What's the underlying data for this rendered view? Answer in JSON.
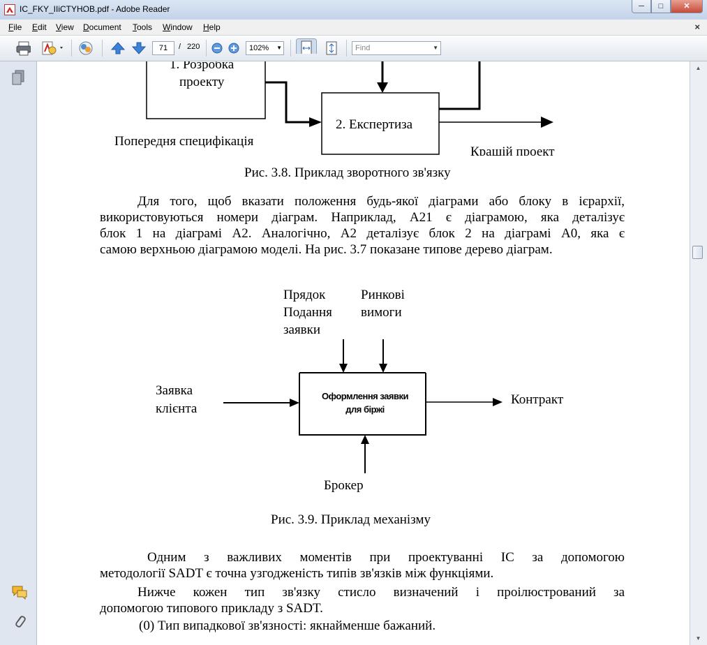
{
  "window": {
    "title": "IC_FKY_IIiCTYHOB.pdf - Adobe Reader",
    "controls": {
      "minimize": "─",
      "maximize": "□",
      "close": "✕"
    }
  },
  "menu": {
    "items": [
      "File",
      "Edit",
      "View",
      "Document",
      "Tools",
      "Window",
      "Help"
    ],
    "close_doc": "×"
  },
  "toolbar": {
    "page_current": "71",
    "page_separator": "/",
    "page_total": "220",
    "zoom": "102%",
    "find_placeholder": "Find"
  },
  "document": {
    "fig38": {
      "box1_line1": "1. Розробка",
      "box1_line2": "проекту",
      "box2": "2. Експертиза",
      "left_label": "Попередня специфікація",
      "right_label": "Кращій проект",
      "caption": "Рис. 3.8. Приклад зворотного зв'язку"
    },
    "paragraph1": [
      "Для того, щоб вказати положення будь-якої діаграми або блоку в ієрархії,",
      "використовуються номери діаграм. Наприклад, А21 є діаграмою, яка деталізує",
      "блок 1 на діаграмі А2. Аналогічно, А2 деталізує блок 2 на діаграмі А0, яка є",
      "самою верхньою діаграмою моделі. На рис. 3.7 показане типове дерево діаграм."
    ],
    "fig39": {
      "control1": [
        "Прядок",
        "Подання",
        "заявки"
      ],
      "control2": [
        "Ринкові",
        "вимоги"
      ],
      "input": [
        "Заявка",
        "клієнта"
      ],
      "box_line1": "Оформлення заявки",
      "box_line2": "для біржі",
      "output": "Контракт",
      "mechanism": "Брокер",
      "caption": "Рис. 3.9. Приклад механізму"
    },
    "paragraph2": [
      "Одним з важливих моментів при проектуванні ІС за допомогою",
      "методології SADT є точна узгодженість типів зв'язків між функціями."
    ],
    "paragraph3": [
      "Нижче кожен тип зв'язку стисло визначений і проілюстрований за",
      "допомогою типового прикладу з SADT."
    ],
    "paragraph4": "(0) Тип випадкової зв'язності: якнайменше бажаний."
  }
}
